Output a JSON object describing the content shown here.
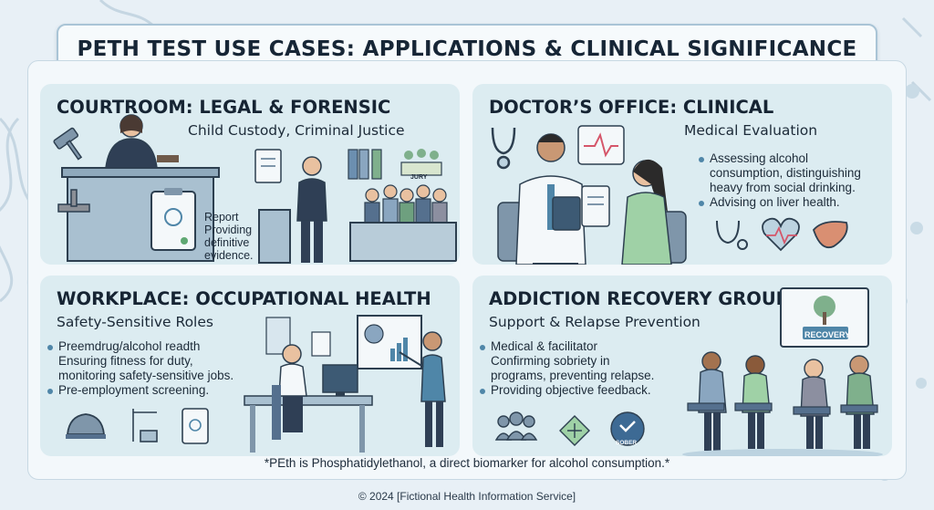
{
  "title": "PETH TEST USE CASES: APPLICATIONS & CLINICAL SIGNIFICANCE",
  "panels": {
    "courtroom": {
      "heading": "COURTROOM: LEGAL & FORENSIC",
      "subheading": "Child Custody, Criminal Justice",
      "report_label": "Report\nProviding\ndefinitive\nevidence.",
      "jury_label": "JURY",
      "icons": [
        "gavel-icon",
        "documents-icon",
        "binders-icon",
        "jury-icon",
        "clipboard-icon"
      ]
    },
    "doctor": {
      "heading": "DOCTOR’S OFFICE: CLINICAL",
      "subheading": "Medical Evaluation",
      "bullets": [
        "Assessing alcohol\nconsumption, distinguishing\nheavy from social drinking.",
        "Advising on liver health."
      ],
      "icons": [
        "stethoscope-icon",
        "heartbeat-icon",
        "liver-icon"
      ]
    },
    "workplace": {
      "heading": "WORKPLACE: OCCUPATIONAL HEALTH",
      "subheading": "Safety-Sensitive Roles",
      "bullets": [
        "Preemdrug/alcohol readth\nEnsuring fitness for duty,\nmonitoring safety-sensitive jobs.",
        "Pre-employment screening."
      ],
      "icons": [
        "hard-hat-icon",
        "crane-icon",
        "clipboard-icon"
      ]
    },
    "recovery": {
      "heading": "ADDICTION RECOVERY GROUP",
      "subheading": "Support & Relapse Prevention",
      "bullets": [
        "Medical & facilitator\nConfirming sobriety in\nprograms, preventing relapse.",
        "Providing objective feedback."
      ],
      "sign_label": "RECOVERY",
      "sober_label": "SOBER",
      "icons": [
        "group-icon",
        "hands-icon",
        "sober-badge-icon"
      ]
    }
  },
  "footnote": "*PEth is Phosphatidylethanol, a direct biomarker for alcohol consumption.*",
  "copyright": "© 2024 [Fictional Health Information Service]",
  "colors": {
    "panel": "#dcecf1",
    "accent": "#4f86a8",
    "heading": "#162433",
    "board": "#f3f8fb"
  }
}
